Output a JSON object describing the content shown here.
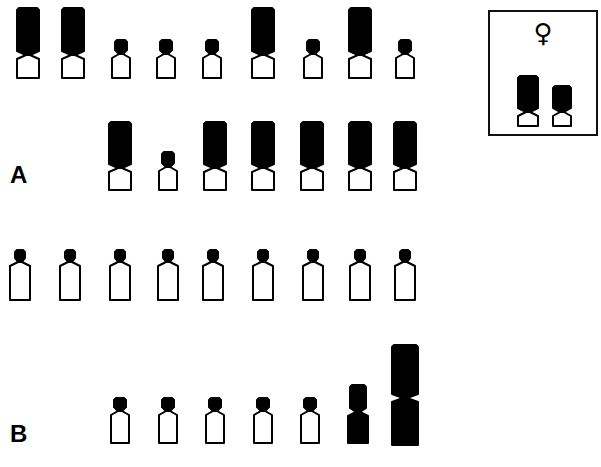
{
  "diagram": {
    "nodes": [
      {
        "text": [
          "♀"
        ]
      }
    ],
    "labels": [
      "A",
      "B"
    ]
  }
}
